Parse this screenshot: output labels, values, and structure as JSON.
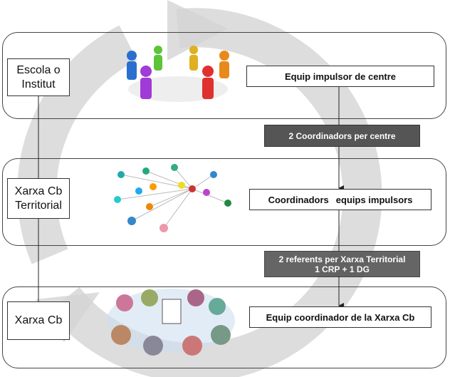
{
  "levels": [
    {
      "label": "Escola o Institut",
      "team": "Equip impulsor de centre"
    },
    {
      "label": "Xarxa Cb Territorial",
      "team_part1": "Coordinadors",
      "team_part2": "equips impulsors"
    },
    {
      "label": "Xarxa Cb",
      "team": "Equip coordinador de la Xarxa Cb"
    }
  ],
  "connectors": [
    {
      "line1": "2 Coordinadors per centre"
    },
    {
      "line1": "2 referents per Xarxa Territorial",
      "line2": "1 CRP + 1 DG"
    }
  ],
  "colors": {
    "cycle_arrow": "#d0d0d0",
    "dark_box": "#555555"
  }
}
